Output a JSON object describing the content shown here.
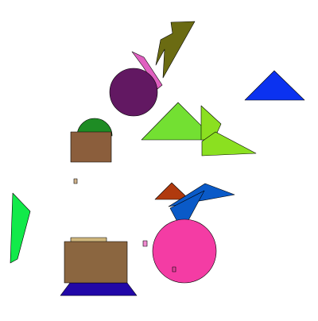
{
  "scene": {
    "background": "#ffffff",
    "outline": "#000000",
    "shapes": [
      {
        "name": "olive-polygon",
        "kind": "polygon",
        "fill": "#6b6b12"
      },
      {
        "name": "pink-sliver",
        "kind": "polygon",
        "fill": "#e060c0"
      },
      {
        "name": "purple-circle",
        "kind": "circle",
        "fill": "#621862"
      },
      {
        "name": "blue-triangle-top-right",
        "kind": "polygon",
        "fill": "#0b32f0"
      },
      {
        "name": "green-semicircle",
        "kind": "path",
        "fill": "#1e8c24"
      },
      {
        "name": "brown-square-small",
        "kind": "rect",
        "fill": "#8b5e3c"
      },
      {
        "name": "lime-triangle-large",
        "kind": "polygon",
        "fill": "#73e032"
      },
      {
        "name": "lime-quad",
        "kind": "polygon",
        "fill": "#8be020"
      },
      {
        "name": "lime-triangle-right",
        "kind": "polygon",
        "fill": "#8be020"
      },
      {
        "name": "tan-marker-small",
        "kind": "rect",
        "fill": "#d2b48c"
      },
      {
        "name": "green-sliver-left",
        "kind": "polygon",
        "fill": "#12ea4a"
      },
      {
        "name": "rust-triangle",
        "kind": "polygon",
        "fill": "#b03a0e"
      },
      {
        "name": "blue-bowtie",
        "kind": "polygon",
        "fill": "#0a5ac8"
      },
      {
        "name": "blue-wedge",
        "kind": "polygon",
        "fill": "#0a5ac8"
      },
      {
        "name": "pink-circle",
        "kind": "circle",
        "fill": "#f43ca4"
      },
      {
        "name": "pink-marker-small",
        "kind": "rect",
        "fill": "#f08ad0"
      },
      {
        "name": "magenta-marker-small",
        "kind": "rect",
        "fill": "#e0409a"
      },
      {
        "name": "tan-bar",
        "kind": "rect",
        "fill": "#cfb67d"
      },
      {
        "name": "indigo-trapezoid",
        "kind": "polygon",
        "fill": "#2208a8"
      },
      {
        "name": "brown-rect-large",
        "kind": "rect",
        "fill": "#8b6640"
      }
    ]
  }
}
